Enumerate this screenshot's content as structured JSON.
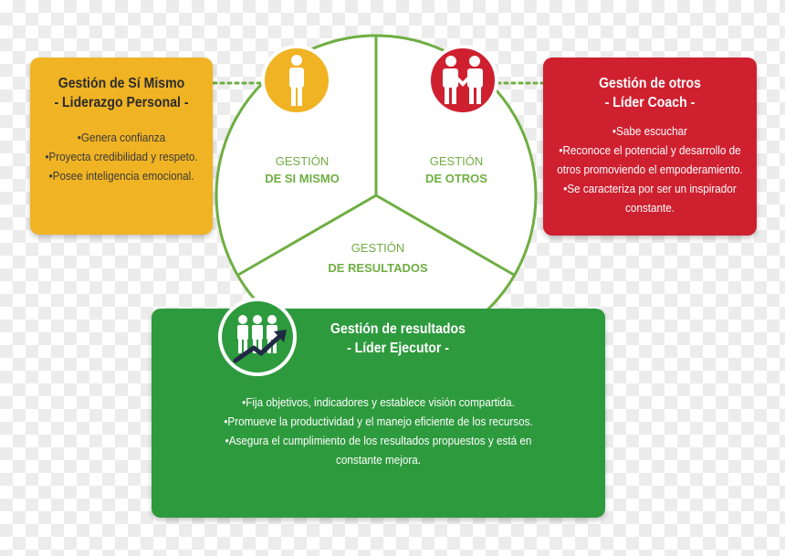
{
  "colors": {
    "yellow": "#f0b323",
    "red": "#cf2030",
    "green": "#2e9a3e",
    "sector_text": "#6fae42"
  },
  "wheel": {
    "self": {
      "label_top": "GESTIÓN",
      "label_bottom": "DE SI MISMO"
    },
    "others": {
      "label_top": "GESTIÓN",
      "label_bottom": "DE OTROS"
    },
    "results": {
      "label_top": "GESTIÓN",
      "label_bottom": "DE RESULTADOS"
    }
  },
  "icons": {
    "self": "person-icon",
    "others": "handshake-icon",
    "results": "team-growth-icon"
  },
  "self_box": {
    "title_line1": "Gestión de Sí Mismo",
    "title_line2": "- Liderazgo Personal -",
    "bullets": [
      "•Genera confianza",
      "•Proyecta credibilidad y respeto.",
      "•Posee inteligencia emocional."
    ]
  },
  "others_box": {
    "title_line1": "Gestión de otros",
    "title_line2": "- Líder Coach -",
    "lines": [
      "•Sabe escuchar",
      "•Reconoce el potencial y desarrollo de",
      "otros promoviendo el empoderamiento.",
      "•Se caracteriza por ser un inspirador",
      "constante."
    ]
  },
  "results_box": {
    "title_line1": "Gestión de resultados",
    "title_line2": "- Líder Ejecutor -",
    "lines": [
      "•Fija objetivos, indicadores y establece visión compartida.",
      "•Promueve la productividad y el manejo eficiente de los recursos.",
      "•Asegura el cumplimiento de los resultados propuestos y está en",
      "constante mejora."
    ]
  }
}
